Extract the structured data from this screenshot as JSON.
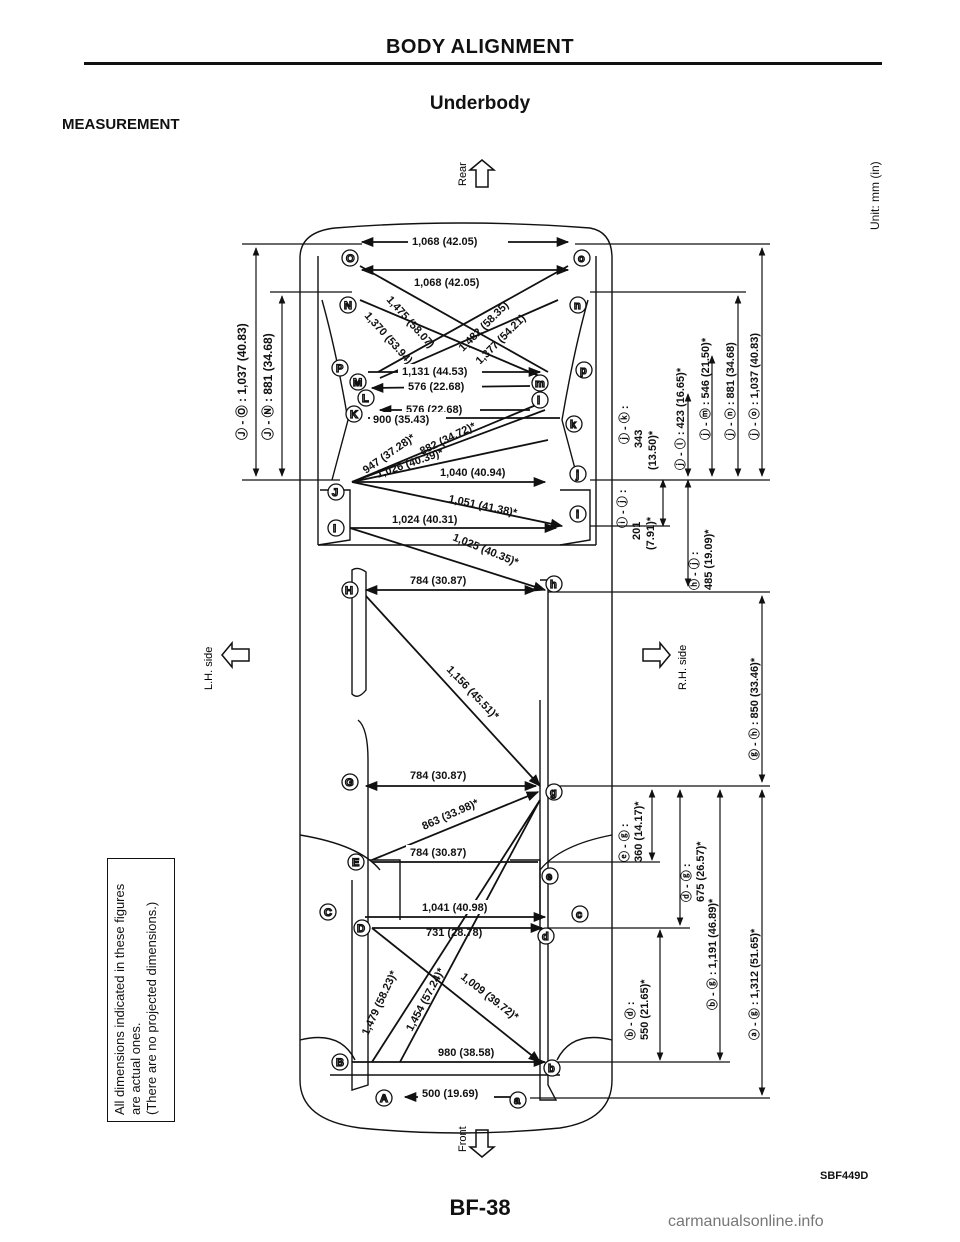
{
  "header": {
    "title": "BODY ALIGNMENT"
  },
  "section": "MEASUREMENT",
  "subtitle": "Underbody",
  "unit": "Unit: mm (in)",
  "note": {
    "line1": "All dimensions indicated in these figures",
    "line2": "are actual ones.",
    "line3": "(There are no projected dimensions.)"
  },
  "orientation": {
    "rear": "Rear",
    "front": "Front",
    "lh": "L.H. side",
    "rh": "R.H. side"
  },
  "dimensions": {
    "d1": "1,068 (42.05)",
    "d2": "1,068 (42.05)",
    "d3": "1,475 (58.07)",
    "d4": "1,482 (58.35)",
    "d5": "1,370 (53.94)",
    "d6": "1,377 (54.21)",
    "d7": "1,131 (44.53)",
    "d8": "576 (22.68)",
    "d9": "576 (22.68)",
    "d10": "900 (35.43)",
    "d11": "947 (37.28)*",
    "d12": "882 (34.72)*",
    "d13": "1,026 (40.39)*",
    "d14": "1,040 (40.94)",
    "d15": "1,051 (41.38)*",
    "d16": "1,024 (40.31)",
    "d17": "1,025 (40.35)*",
    "d18": "784 (30.87)",
    "d19": "1,156 (45.51)*",
    "d20": "784 (30.87)",
    "d21": "863 (33.98)*",
    "d22": "784 (30.87)",
    "d23": "1,041 (40.98)",
    "d24": "731 (28.78)",
    "d25": "1,479 (58.23)*",
    "d26": "1,454 (57.24)*",
    "d27": "1,009 (39.72)*",
    "d28": "980 (38.58)",
    "d29": "500 (19.69)"
  },
  "side_left": {
    "s1": "Ⓙ - Ⓞ : 1,037 (40.83)",
    "s2": "Ⓙ - Ⓝ : 881 (34.68)"
  },
  "side_right": {
    "r1": "ⓙ - ⓞ : 1,037 (40.83)",
    "r2": "ⓙ - ⓝ : 881 (34.68)",
    "r3": "ⓙ - ⓜ : 546 (21.50)*",
    "r4": "ⓙ - ⓛ : 423 (16.65)*",
    "r5": "ⓙ - ⓚ :",
    "r5b": "343",
    "r5c": "(13.50)*",
    "r6": "ⓘ - ⓙ :",
    "r6b": "201",
    "r6c": "(7.91)*",
    "r7": "ⓗ - ⓙ :",
    "r7b": "485 (19.09)*",
    "r8": "ⓖ - ⓗ : 850 (33.46)*",
    "r9": "ⓔ - ⓖ :",
    "r9b": "360 (14.17)*",
    "r10": "ⓓ - ⓖ :",
    "r10b": "675 (26.57)*",
    "r11": "ⓑ - ⓖ : 1,191 (46.89)*",
    "r12": "ⓑ - ⓓ :",
    "r12b": "550 (21.65)*",
    "r13": "ⓐ - ⓖ : 1,312 (51.65)*"
  },
  "points": {
    "O": "O",
    "o": "o",
    "N": "N",
    "n": "n",
    "P": "P",
    "p": "p",
    "M": "M",
    "m": "m",
    "L": "L",
    "l": "l",
    "K": "K",
    "k": "k",
    "J": "J",
    "j": "j",
    "I": "I",
    "i": "i",
    "H": "H",
    "h": "h",
    "G": "G",
    "g": "g",
    "E": "E",
    "e": "e",
    "C": "C",
    "c": "c",
    "D": "D",
    "d": "d",
    "B": "B",
    "b": "b",
    "A": "A",
    "a": "a"
  },
  "figure_code": "SBF449D",
  "page_number": "BF-38",
  "watermark": "carmanualsonline.info"
}
